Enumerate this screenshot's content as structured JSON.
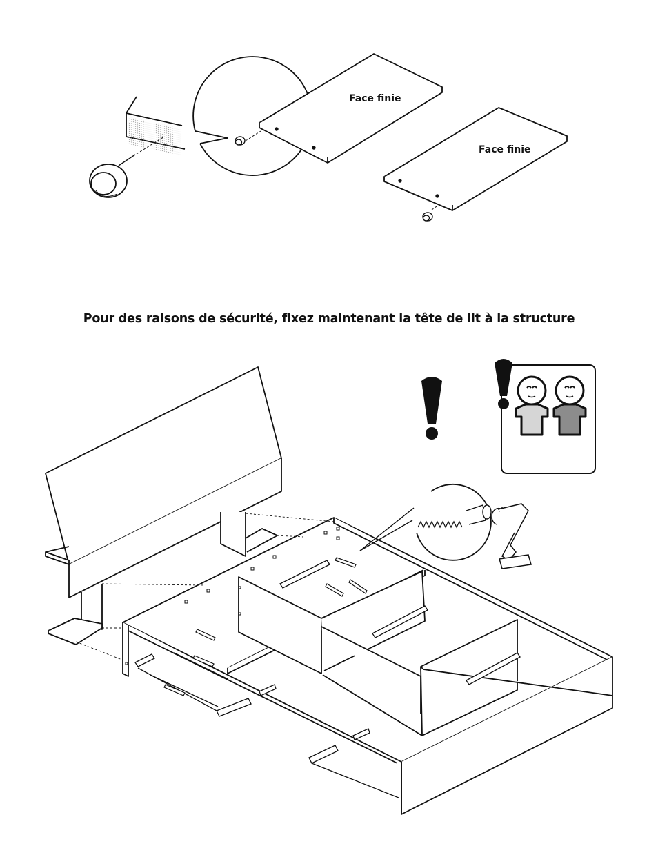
{
  "labels": {
    "panel_1": "Face finie",
    "panel_2": "Face finie"
  },
  "heading": "Pour des raisons de sécurité, fixez maintenant la tête de lit à la structure",
  "icons": {
    "warning": "exclamation-mark-icon",
    "child_safety": "children-warning-icon",
    "screw_detail": "screw-detail-icon",
    "glide_detail": "glide-detail-icon"
  },
  "colors": {
    "line": "#111111",
    "child_1_shirt": "#d6d6d6",
    "child_2_shirt": "#8c8c8c"
  }
}
